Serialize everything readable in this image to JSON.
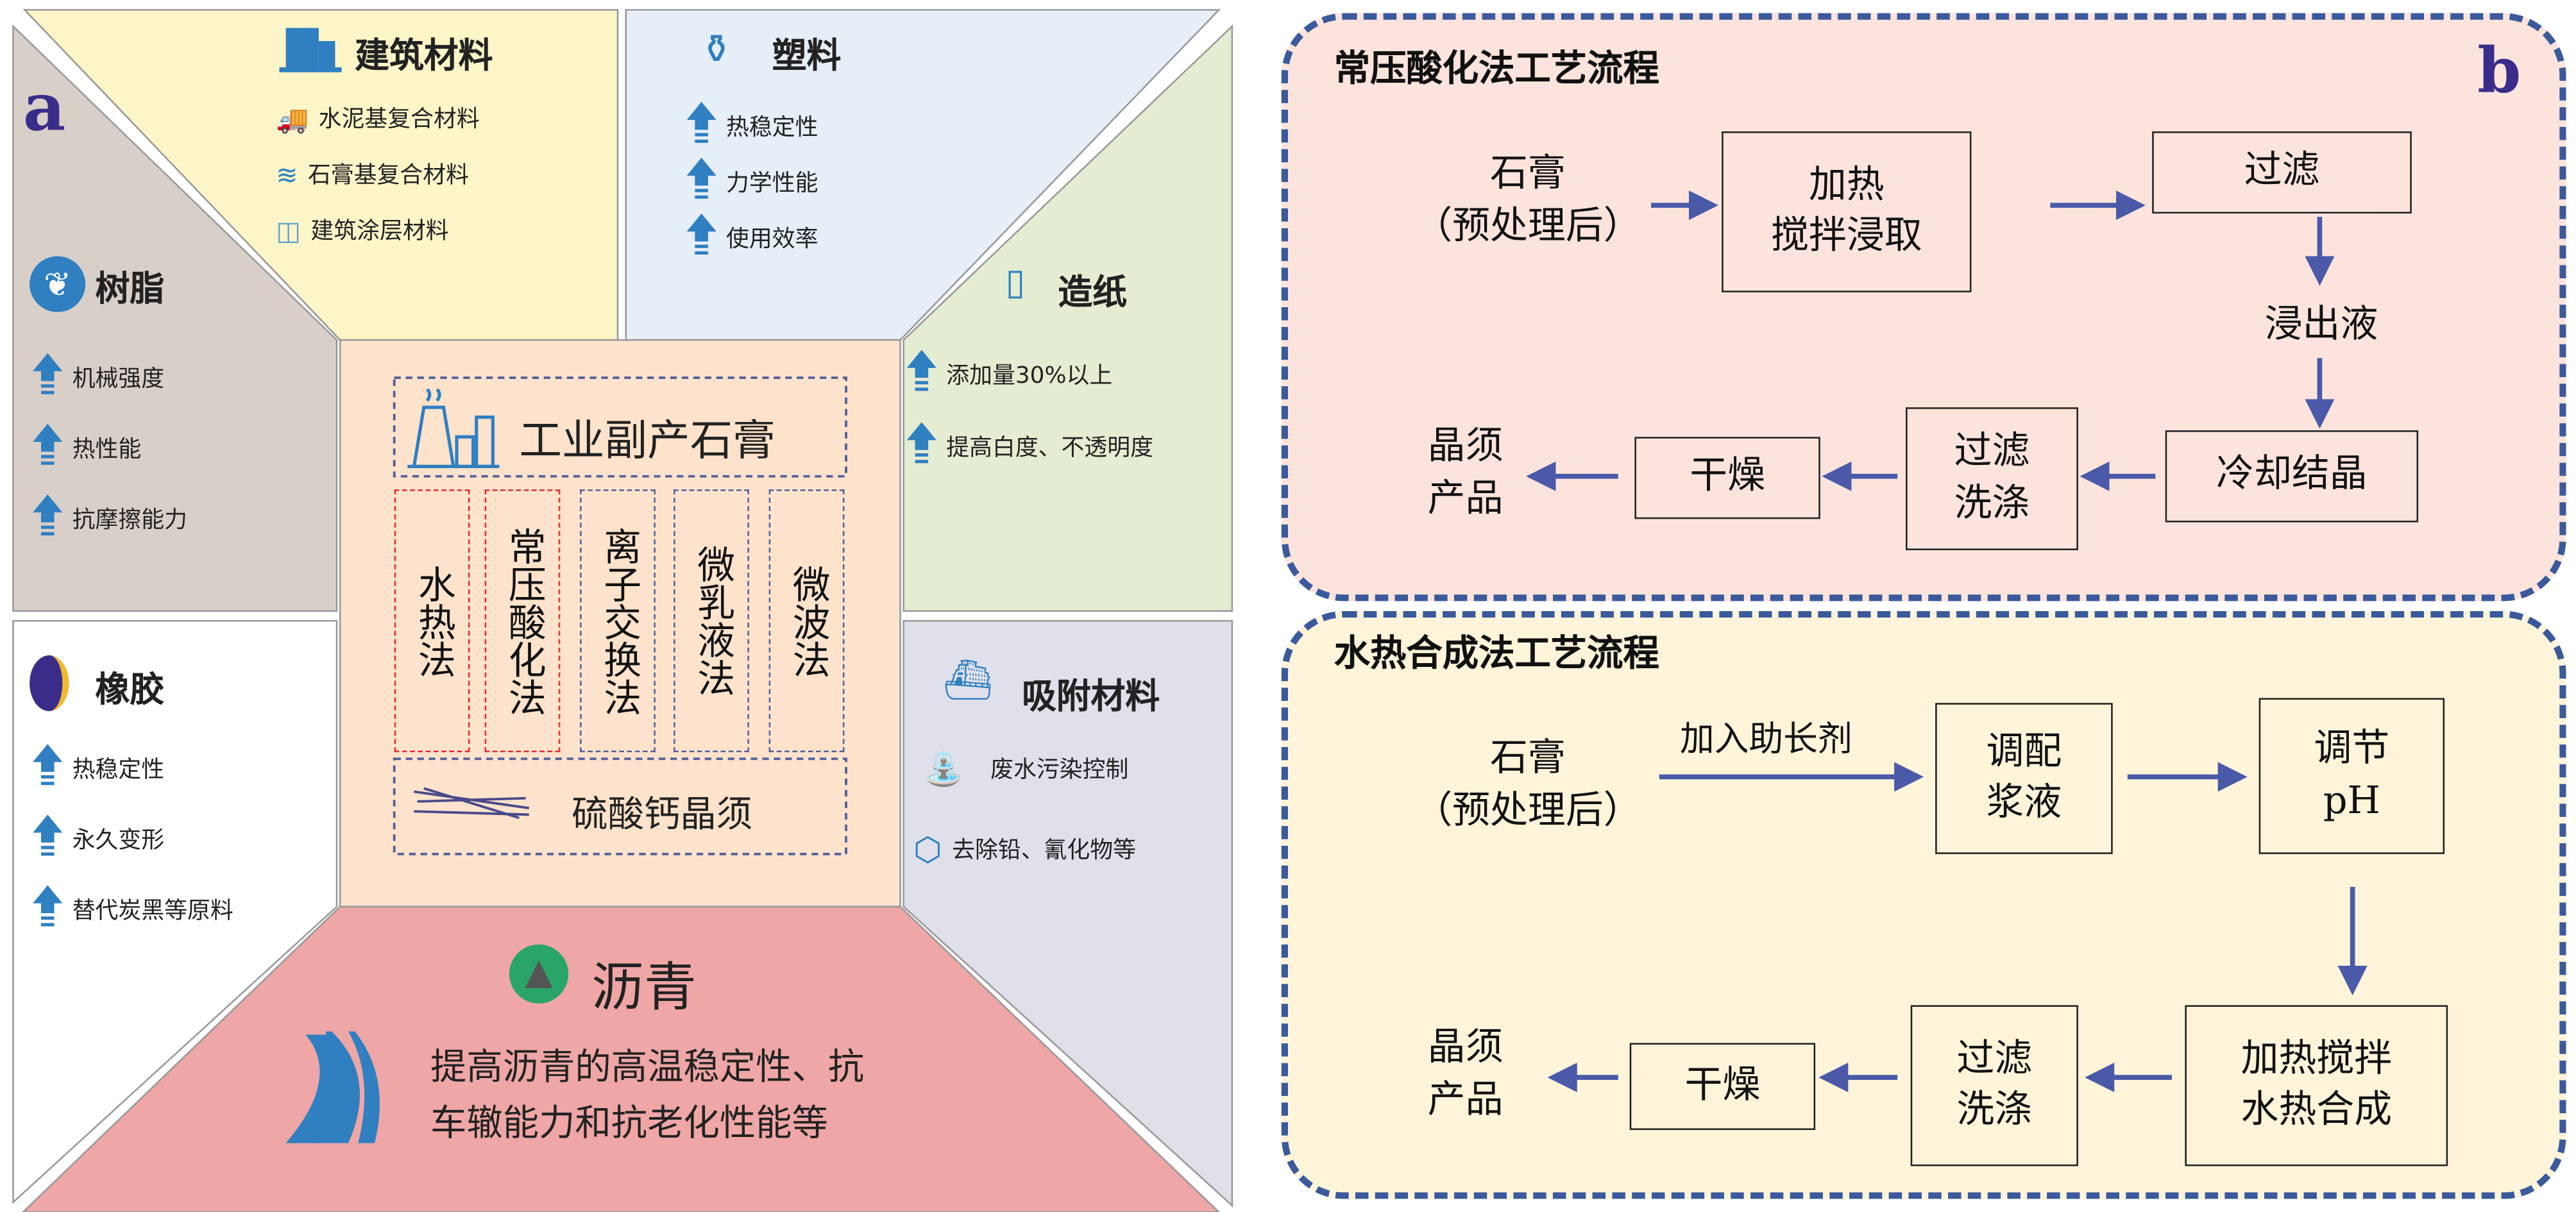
{
  "panel_a": {
    "label": "a",
    "center": {
      "title": "工业副产石膏",
      "methods": [
        "水热法",
        "常压酸化法",
        "离子交换法",
        "微乳液法",
        "微波法"
      ],
      "product": "硫酸钙晶须"
    },
    "building": {
      "title": "建筑材料",
      "items": [
        "水泥基复合材料",
        "石膏基复合材料",
        "建筑涂层材料"
      ]
    },
    "plastic": {
      "title": "塑料",
      "items": [
        "热稳定性",
        "力学性能",
        "使用效率"
      ]
    },
    "resin": {
      "title": "树脂",
      "items": [
        "机械强度",
        "热性能",
        "抗摩擦能力"
      ]
    },
    "paper": {
      "title": "造纸",
      "items": [
        "添加量30%以上",
        "提高白度、不透明度"
      ]
    },
    "rubber": {
      "title": "橡胶",
      "items": [
        "热稳定性",
        "永久变形",
        "替代炭黑等原料"
      ]
    },
    "adsorb": {
      "title": "吸附材料",
      "items": [
        "废水污染控制",
        "去除铅、氰化物等"
      ]
    },
    "asphalt": {
      "title": "沥青",
      "desc_line1": "提高沥青的高温稳定性、抗",
      "desc_line2": "车辙能力和抗老化性能等"
    }
  },
  "panel_b": {
    "label": "b",
    "acid": {
      "title": "常压酸化法工艺流程",
      "start": [
        "石膏",
        "（预处理后）"
      ],
      "heat": [
        "加热",
        "搅拌浸取"
      ],
      "filter": "过滤",
      "leach": "浸出液",
      "cool": "冷却结晶",
      "wash": [
        "过滤",
        "洗涤"
      ],
      "dry": "干燥",
      "product": [
        "晶须",
        "产品"
      ]
    },
    "hydro": {
      "title": "水热合成法工艺流程",
      "start": [
        "石膏",
        "（预处理后）"
      ],
      "additive": "加入助长剂",
      "slurry": [
        "调配",
        "浆液"
      ],
      "ph": [
        "调节",
        "pH"
      ],
      "heat": [
        "加热搅拌",
        "水热合成"
      ],
      "wash": [
        "过滤",
        "洗涤"
      ],
      "dry": "干燥",
      "product": [
        "晶须",
        "产品"
      ]
    }
  },
  "colors": {
    "accent": "#2f7fc1",
    "arrow": "#4a5aa8",
    "panel_border": "#3a5a9c"
  }
}
